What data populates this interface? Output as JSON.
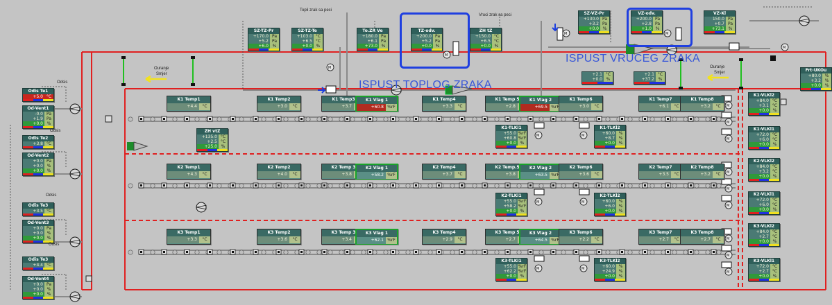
{
  "labels": {
    "topli_zrak": "Topli zrak sa peci",
    "vruci_zrak": "Vruci zrak sa peci",
    "ispust_toplog": "ISPUST TOPLOG ZRAKA",
    "ispust_vruceg": "ISPUST VRUCEG ZRAKA",
    "ouranje_left": "Ouranje",
    "smjer_left": "Smjer",
    "ouranje_right": "Ouranje",
    "smjer_right": "Smjer",
    "odsis_1": "Odsis",
    "odsis_2": "Odsis",
    "odsis_3": "Odsis",
    "odsis_4": "Odsis"
  },
  "colors": {
    "background": "#c4c4c4",
    "duct_red": "#e02020",
    "highlight_blue": "#1f3fe0",
    "tile": "#3f6d68"
  },
  "top_tiles": [
    {
      "title": "SZ-TZ-Pr",
      "rows": [
        [
          "+170.0",
          "Pa"
        ],
        [
          "+5.2",
          "Pa"
        ],
        [
          "+6.0",
          "%"
        ]
      ]
    },
    {
      "title": "SZ-TZ-Te",
      "rows": [
        [
          "+103.0",
          "°C"
        ],
        [
          "+6.5",
          "°C"
        ],
        [
          "+0.0",
          "%"
        ]
      ]
    },
    {
      "title": "To.ZR Ve",
      "rows": [
        [
          "+180.0",
          "Pa"
        ],
        [
          "+6.1",
          "Pa"
        ],
        [
          "+73.0",
          "%"
        ]
      ]
    },
    {
      "title": "TZ-odv.",
      "rows": [
        [
          "+200.0",
          "Pa"
        ],
        [
          "+5.2",
          "Pa"
        ],
        [
          "+0.0",
          "%"
        ]
      ]
    },
    {
      "title": "ZH tZ",
      "rows": [
        [
          "+150.0",
          "°C"
        ],
        [
          "+6.5",
          "°C"
        ],
        [
          "+0.0",
          "%"
        ]
      ]
    },
    {
      "title": "SZ-VZ-Pr",
      "rows": [
        [
          "+130.0",
          "Pa"
        ],
        [
          "+3.2",
          "Pa"
        ],
        [
          "+0.0",
          "%"
        ]
      ]
    },
    {
      "title": "VZ-odv.",
      "rows": [
        [
          "+200.0",
          "Pa"
        ],
        [
          "+2.8",
          "Pa"
        ],
        [
          "+1.0",
          "%"
        ]
      ]
    },
    {
      "title": "VZ-Kl",
      "rows": [
        [
          "150.0",
          "Pa"
        ],
        [
          "+0.7",
          "Pa"
        ],
        [
          "+73.1",
          "%"
        ]
      ]
    },
    {
      "title": "Frt-UKOu",
      "rows": [
        [
          "+80.0",
          "%"
        ],
        [
          "+3.2",
          "%"
        ],
        [
          "+0.0",
          "%"
        ]
      ]
    }
  ],
  "vz_small": [
    {
      "rows": [
        [
          "+2.1",
          "°C"
        ],
        [
          "+0.0",
          "%"
        ]
      ]
    },
    {
      "rows": [
        [
          "+2.1",
          "°C"
        ],
        [
          "+37.2",
          "%"
        ]
      ]
    }
  ],
  "left_tiles": [
    {
      "title": "Odis Te1",
      "rows": [
        [
          "+5.0",
          "°C"
        ]
      ],
      "red": true
    },
    {
      "title": "Od-Vent1",
      "rows": [
        [
          "-0.0",
          "Pa"
        ],
        [
          "+1.9",
          "Pa"
        ],
        [
          "+0.0",
          "%"
        ]
      ]
    },
    {
      "title": "Odis Te2",
      "rows": [
        [
          "+3.8",
          "°C"
        ]
      ]
    },
    {
      "title": "Od-Vent2",
      "rows": [
        [
          "+0.0",
          "Pa"
        ],
        [
          "+0.0",
          "%"
        ],
        [
          "+0.0",
          "%"
        ]
      ]
    },
    {
      "title": "Odis Te3",
      "rows": [
        [
          "+3.5",
          "°C"
        ]
      ]
    },
    {
      "title": "Od-Vent3",
      "rows": [
        [
          "+0.0",
          "Pa"
        ],
        [
          "+0.0",
          "%"
        ],
        [
          "+0.0",
          "%"
        ]
      ]
    },
    {
      "title": "Odis Te3",
      "rows": [
        [
          "+4.4",
          "°C"
        ]
      ]
    },
    {
      "title": "Od-Vent4",
      "rows": [
        [
          "+0.0",
          "Pa"
        ],
        [
          "+0.0",
          "%"
        ],
        [
          "+0.0",
          "%"
        ]
      ]
    }
  ],
  "zh_vz": {
    "title": "ZH vtZ",
    "rows": [
      [
        "+135.0",
        "°C"
      ],
      [
        "+2.5",
        "°C"
      ],
      [
        "+25.0",
        "%"
      ]
    ]
  },
  "rows": [
    {
      "temps": [
        {
          "t": "K1 Temp1",
          "v": "+4.4",
          "u": "°C"
        },
        {
          "t": "K1 Temp2",
          "v": "+3.0",
          "u": "°C"
        },
        {
          "t": "K1 Temp3",
          "v": "+3.7",
          "u": "°C"
        },
        {
          "t": "K1 Vlag 1",
          "v": "+60.8",
          "u": "%rF",
          "hl": true
        },
        {
          "t": "K1 Temp4",
          "v": "+3.3",
          "u": "°C"
        },
        {
          "t": "K1 Temp 5",
          "v": "+2.8",
          "u": "°C"
        },
        {
          "t": "K1 Vlag 2",
          "v": "+69.5",
          "u": "%rF",
          "hl": true
        },
        {
          "t": "K1 Temp6",
          "v": "+3.0",
          "u": "°C"
        },
        {
          "t": "K1 Temp7",
          "v": "+6.1",
          "u": "°C"
        },
        {
          "t": "K1 Temp8",
          "v": "+3.2",
          "u": "°C"
        }
      ],
      "tlk": [
        {
          "title": "K1-TLKl1",
          "rows": [
            [
              "+55.0",
              "%rF"
            ],
            [
              "+60.8",
              "%rF"
            ],
            [
              "+0.0",
              "%"
            ]
          ]
        },
        {
          "title": "K1-TLKl2",
          "rows": [
            [
              "+60.0",
              "%"
            ],
            [
              "+8.7",
              "%"
            ],
            [
              "+0.0",
              "%"
            ]
          ]
        }
      ]
    },
    {
      "temps": [
        {
          "t": "K2 Temp1",
          "v": "+4.3",
          "u": "°C"
        },
        {
          "t": "K2 Temp2",
          "v": "+4.0",
          "u": "°C"
        },
        {
          "t": "K2 Temp 3",
          "v": "+3.8",
          "u": "°C"
        },
        {
          "t": "K2 Vlag 1",
          "v": "+58.2",
          "u": "%rF",
          "hl": true,
          "g": true
        },
        {
          "t": "K2 Temp4",
          "v": "+3.7",
          "u": "°C"
        },
        {
          "t": "K2 Temp.5",
          "v": "+3.8",
          "u": "°C"
        },
        {
          "t": "K2 Vlag 2",
          "v": "+63.5",
          "u": "%rF",
          "hl": true,
          "g": true
        },
        {
          "t": "K2 Temp6",
          "v": "+3.6",
          "u": "°C"
        },
        {
          "t": "K2 Temp7",
          "v": "+3.5",
          "u": "°C"
        },
        {
          "t": "K2 Temp8",
          "v": "+3.2",
          "u": "°C"
        }
      ],
      "tlk": [
        {
          "title": "K2-TLKl1",
          "rows": [
            [
              "+55.0",
              "%rF"
            ],
            [
              "+58.2",
              "%rF"
            ],
            [
              "+0.0",
              "%"
            ]
          ]
        },
        {
          "title": "K2-TLKl2",
          "rows": [
            [
              "+60.0",
              "%"
            ],
            [
              "+6.0",
              "%"
            ],
            [
              "+0.0",
              "%"
            ]
          ]
        }
      ]
    },
    {
      "temps": [
        {
          "t": "K3 Temp1",
          "v": "+3.3",
          "u": "°C"
        },
        {
          "t": "K3 Temp2",
          "v": "+3.6",
          "u": "°C"
        },
        {
          "t": "K3 Temp 3",
          "v": "+3.4",
          "u": "°C"
        },
        {
          "t": "K3 Vlag 1",
          "v": "+62.1",
          "u": "%rF",
          "hl": true,
          "g": true
        },
        {
          "t": "K3 Temp4",
          "v": "+2.9",
          "u": "°C"
        },
        {
          "t": "K3 Temp 5",
          "v": "+2.7",
          "u": "°C"
        },
        {
          "t": "K3 Vlag 2",
          "v": "+64.5",
          "u": "%rF",
          "hl": true,
          "g": true
        },
        {
          "t": "K3 Temp6",
          "v": "+2.2",
          "u": "°C"
        },
        {
          "t": "K3 Temp7",
          "v": "+2.7",
          "u": "°C"
        },
        {
          "t": "K3 Temp8",
          "v": "+2.7",
          "u": "°C"
        }
      ],
      "tlk": [
        {
          "title": "K3-TLKl1",
          "rows": [
            [
              "+55.0",
              "%rF"
            ],
            [
              "+62.2",
              "%rF"
            ],
            [
              "+0.0",
              "%"
            ]
          ]
        },
        {
          "title": "K3-TLKl2",
          "rows": [
            [
              "+60.0",
              "%"
            ],
            [
              "+24.9",
              "%"
            ],
            [
              "+0.0",
              "%"
            ]
          ]
        }
      ]
    }
  ],
  "right_tiles": [
    {
      "title": "K1-VLKl2",
      "rows": [
        [
          "+84.0",
          "°C"
        ],
        [
          "+3.1",
          "°C"
        ],
        [
          "+0.0",
          "%"
        ]
      ]
    },
    {
      "title": "K1-VLKl1",
      "rows": [
        [
          "+72.0",
          "°C"
        ],
        [
          "+6.0",
          "°C"
        ],
        [
          "+0.0",
          "%"
        ]
      ]
    },
    {
      "title": "K2-VLKl2",
      "rows": [
        [
          "+84.0",
          "°C"
        ],
        [
          "+3.2",
          "°C"
        ],
        [
          "+0.0",
          "%"
        ]
      ]
    },
    {
      "title": "K2-VLKl1",
      "rows": [
        [
          "+72.0",
          "°C"
        ],
        [
          "+6.0",
          "°C"
        ],
        [
          "+0.0",
          "%"
        ]
      ]
    },
    {
      "title": "K3-VLKl2",
      "rows": [
        [
          "+84.0",
          "°C"
        ],
        [
          "+2.7",
          "°C"
        ],
        [
          "+0.0",
          "%"
        ]
      ]
    },
    {
      "title": "K3-VLKl1",
      "rows": [
        [
          "+72.0",
          "°C"
        ],
        [
          "+2.7",
          "°C"
        ],
        [
          "+0.0",
          "%"
        ]
      ]
    }
  ]
}
